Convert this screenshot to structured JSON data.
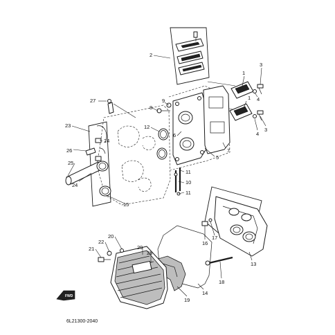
{
  "diagram_code": "6L21300-2040",
  "fwd_label": "FWD",
  "callouts": {
    "c1a": "1",
    "c1b": "1",
    "c2": "2",
    "c3a": "3",
    "c3b": "3",
    "c4a": "4",
    "c4b": "4",
    "c5": "5",
    "c6": "6",
    "c7": "7",
    "c8": "8",
    "c9": "9",
    "c10": "10",
    "c11a": "11",
    "c11b": "11",
    "c12": "12",
    "c13": "13",
    "c14": "14",
    "c15": "15",
    "c16": "16",
    "c17": "17",
    "c18": "18",
    "c19": "19",
    "c20": "20",
    "c21": "21",
    "c22": "22",
    "c23": "23",
    "c24a": "24",
    "c24b": "24",
    "c25": "25",
    "c26": "26",
    "c27": "27",
    "c28": "28",
    "c29": "29"
  }
}
